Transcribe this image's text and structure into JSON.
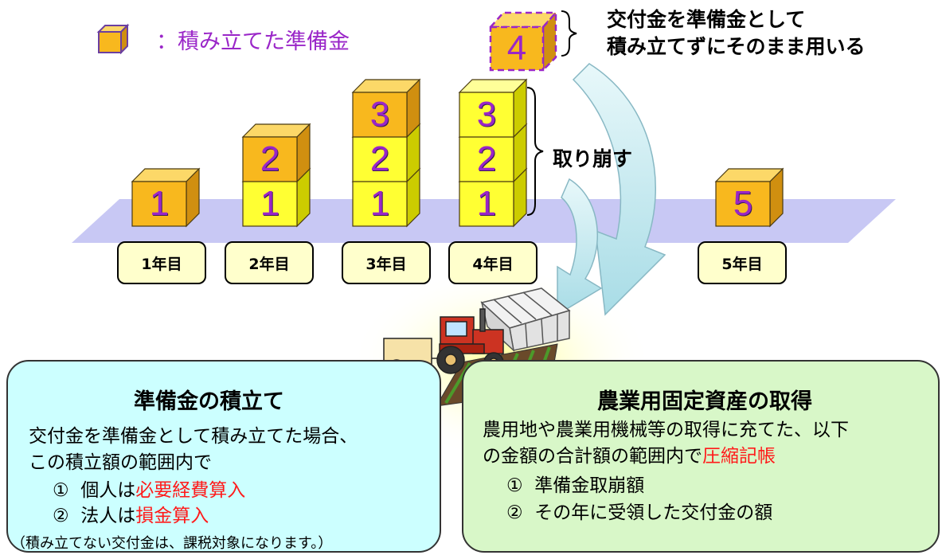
{
  "legend": {
    "label": "：積み立てた準備金"
  },
  "intro": {
    "line1": "交付金を準備金として",
    "line2": "積み立てずにそのまま用いる",
    "box_number": "4"
  },
  "torikuzusu_label": "取り崩す",
  "years": [
    "1年目",
    "2年目",
    "3年目",
    "4年目",
    "5年目"
  ],
  "blocks": {
    "year1": [
      "1"
    ],
    "year2": [
      "1",
      "2"
    ],
    "year3": [
      "1",
      "2",
      "3"
    ],
    "year4": [
      "1",
      "2",
      "3"
    ],
    "year5": [
      "5"
    ]
  },
  "left_panel": {
    "title": "準備金の積立て",
    "line1": "交付金を準備金として積み立てた場合、",
    "line2": "この積立額の範囲内で",
    "item1_num": "①",
    "item1_prefix": "個人は",
    "item1_red": "必要経費算入",
    "item2_num": "②",
    "item2_prefix": "法人は",
    "item2_red": "損金算入",
    "note": "（積み立てない交付金は、課税対象になります。）"
  },
  "right_panel": {
    "title": "農業用固定資産の取得",
    "line1": "農用地や農業用機械等の取得に充てた、以下",
    "line2_prefix": "の金額の合計額の範囲内で",
    "line2_red": "圧縮記帳",
    "item1_num": "①",
    "item1": "準備金取崩額",
    "item2_num": "②",
    "item2": "その年に受領した交付金の額"
  },
  "colors": {
    "orange_block": "#f8b81e",
    "yellow_block": "#ffff33",
    "number_purple": "#9a26c8",
    "platform": "#c8c8f4",
    "red_text": "#ff1a1a",
    "arrow_fill": "#c8ecf0"
  }
}
